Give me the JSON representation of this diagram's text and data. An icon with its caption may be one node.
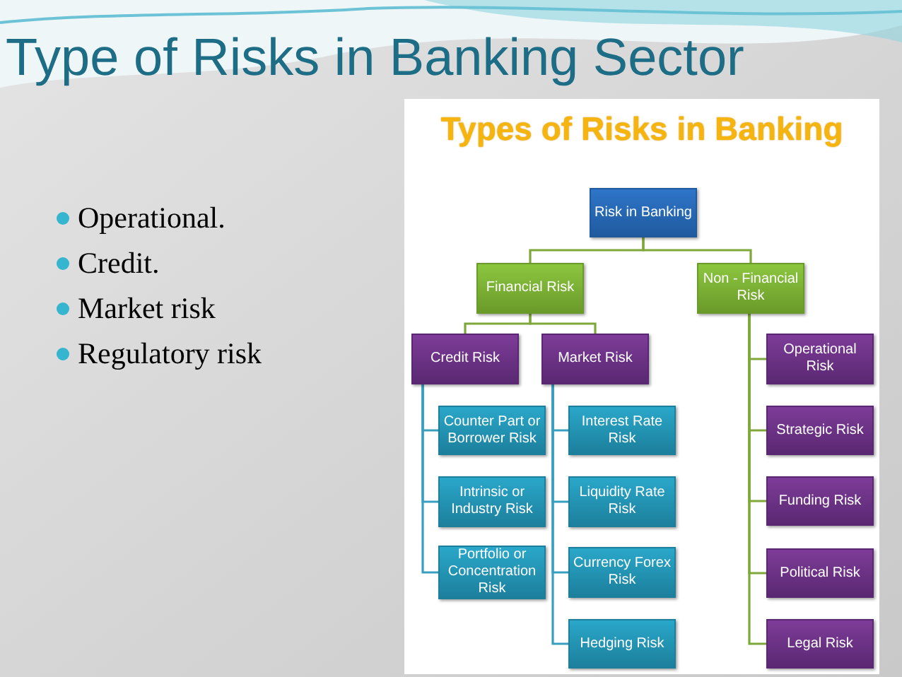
{
  "diagram": {
    "title": "Type of Risks in Banking Sector",
    "nodes": [
      {
        "text": [
          "Risk in Banking"
        ]
      },
      {
        "text": [
          "Financial Risk"
        ]
      },
      {
        "text": [
          "Non - Financial Risk"
        ]
      },
      {
        "text": [
          "Credit Risk"
        ]
      },
      {
        "text": [
          "Market Risk"
        ]
      },
      {
        "text": [
          "Operational Risk"
        ]
      },
      {
        "text": [
          "Counter Part or Borrower Risk"
        ]
      },
      {
        "text": [
          "Intrinsic or Industry Risk"
        ]
      },
      {
        "text": [
          "Portfolio or Concentration Risk"
        ]
      },
      {
        "text": [
          "Interest Rate Risk"
        ]
      },
      {
        "text": [
          "Liquidity Rate Risk"
        ]
      },
      {
        "text": [
          "Currency  Forex Risk"
        ]
      },
      {
        "text": [
          "Hedging Risk"
        ]
      },
      {
        "text": [
          "Strategic Risk"
        ]
      },
      {
        "text": [
          "Funding Risk"
        ]
      },
      {
        "text": [
          "Political Risk"
        ]
      },
      {
        "text": [
          "Legal Risk"
        ]
      }
    ],
    "edges": [
      {
        "from": 0,
        "to": 1,
        "arrow": "none"
      },
      {
        "from": 0,
        "to": 2,
        "arrow": "none"
      },
      {
        "from": 1,
        "to": 3,
        "arrow": "none"
      },
      {
        "from": 1,
        "to": 4,
        "arrow": "none"
      },
      {
        "from": 2,
        "to": 5,
        "arrow": "none"
      },
      {
        "from": 2,
        "to": 13,
        "arrow": "none"
      },
      {
        "from": 2,
        "to": 14,
        "arrow": "none"
      },
      {
        "from": 2,
        "to": 15,
        "arrow": "none"
      },
      {
        "from": 2,
        "to": 16,
        "arrow": "none"
      },
      {
        "from": 3,
        "to": 6,
        "arrow": "none",
        "color": "#3a9fbf"
      },
      {
        "from": 3,
        "to": 7,
        "arrow": "none",
        "color": "#3a9fbf"
      },
      {
        "from": 3,
        "to": 8,
        "arrow": "none",
        "color": "#3a9fbf"
      },
      {
        "from": 4,
        "to": 9,
        "arrow": "none",
        "color": "#3a9fbf"
      },
      {
        "from": 4,
        "to": 10,
        "arrow": "none",
        "color": "#3a9fbf"
      },
      {
        "from": 4,
        "to": 11,
        "arrow": "none",
        "color": "#3a9fbf"
      },
      {
        "from": 4,
        "to": 12,
        "arrow": "none",
        "color": "#3a9fbf"
      }
    ],
    "labels": [
      "Operational.",
      "Credit.",
      "Market risk",
      "Regulatory risk",
      "Types of Risks in Banking"
    ]
  }
}
